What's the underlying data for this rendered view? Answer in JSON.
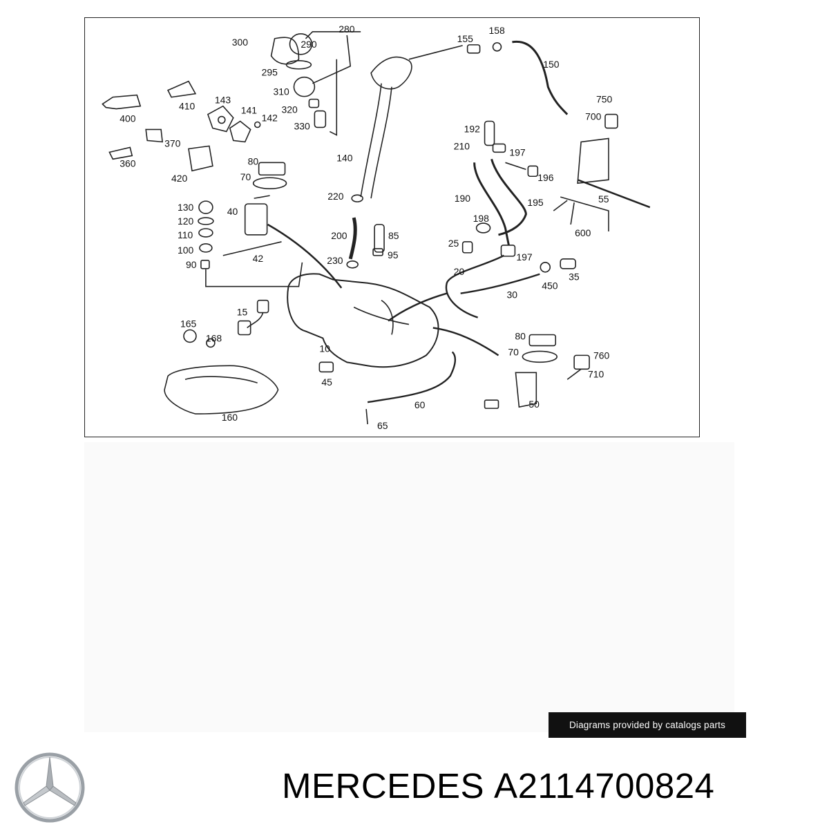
{
  "diagram": {
    "callouts": [
      "300",
      "290",
      "280",
      "155",
      "158",
      "150",
      "295",
      "310",
      "320",
      "330",
      "400",
      "410",
      "143",
      "141",
      "142",
      "370",
      "360",
      "420",
      "80",
      "70",
      "140",
      "192",
      "210",
      "197",
      "196",
      "750",
      "700",
      "220",
      "130",
      "40",
      "120",
      "110",
      "100",
      "90",
      "42",
      "200",
      "85",
      "230",
      "95",
      "190",
      "195",
      "55",
      "600",
      "198",
      "25",
      "197",
      "20",
      "450",
      "35",
      "30",
      "15",
      "165",
      "168",
      "10",
      "45",
      "160",
      "80",
      "70",
      "760",
      "710",
      "50",
      "60",
      "65"
    ]
  },
  "credit": "Diagrams provided by catalogs parts",
  "brand": "MERCEDES",
  "part_number": "A2114700824",
  "logo_icon": "mercedes-star-icon"
}
